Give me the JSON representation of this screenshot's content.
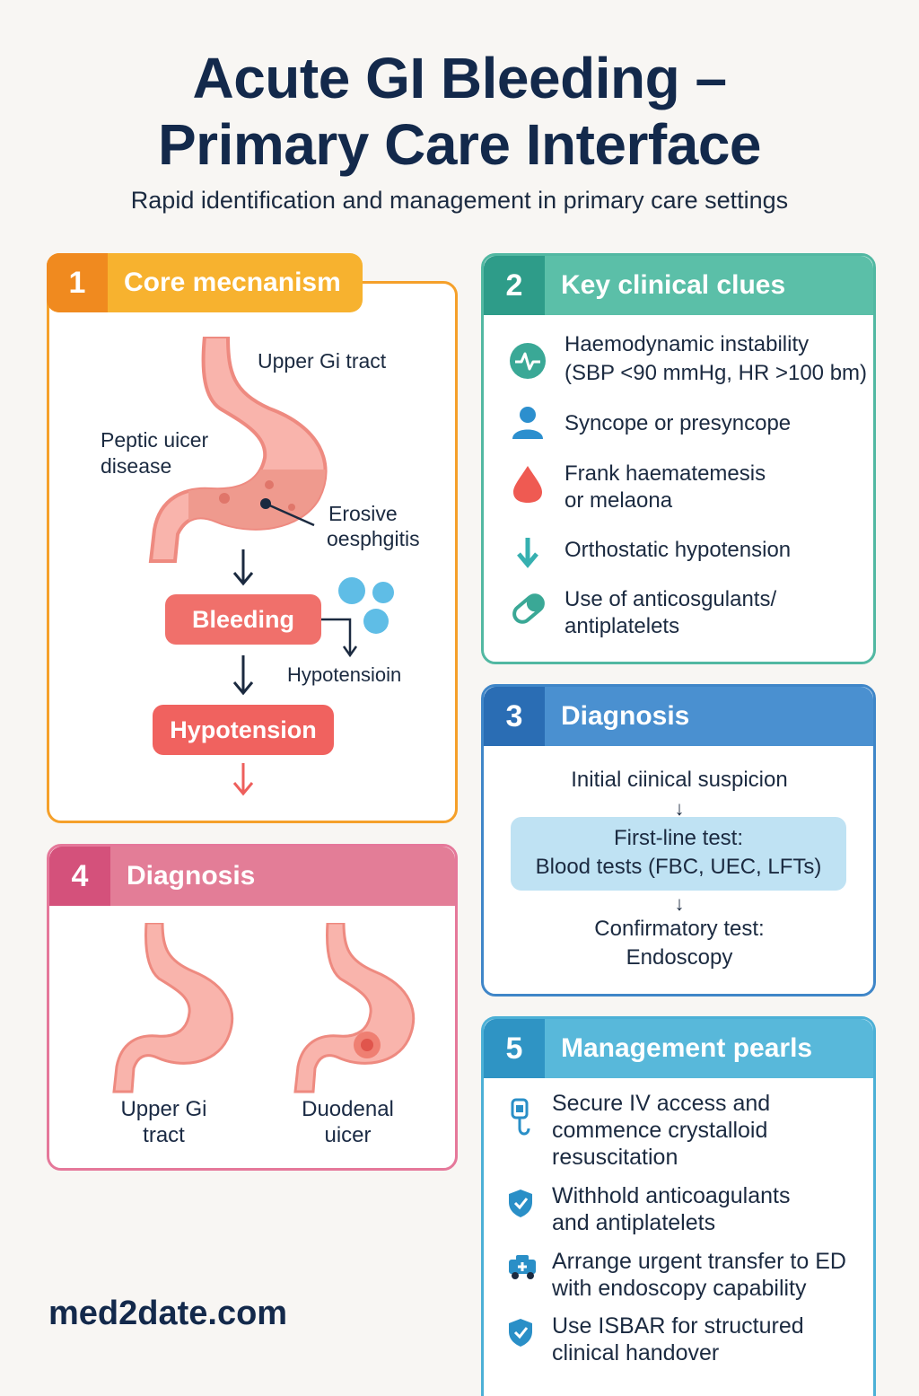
{
  "header": {
    "title_line1": "Acute GI Bleeding –",
    "title_line2": "Primary Care Interface",
    "subtitle": "Rapid identification and management in primary care settings"
  },
  "colors": {
    "orange": "#f5a02a",
    "teal": "#46b39c",
    "blue": "#3f86c8",
    "pink": "#e0708f",
    "cyan": "#4cb0d6",
    "red": "#ee5f5c",
    "navy": "#13294b"
  },
  "panel1": {
    "number": "1",
    "title": "Core mecnanism",
    "labels": {
      "upper_gi": "Upper Gi tract",
      "peptic_line1": "Peptic uicer",
      "peptic_line2": "disease",
      "erosive_line1": "Erosive",
      "erosive_line2": "oesphgitis",
      "hypotension_small": "Hypotensioin"
    },
    "flow": [
      "Bleeding",
      "Hypotension"
    ]
  },
  "panel2": {
    "number": "2",
    "title": "Key clinical clues",
    "items": [
      {
        "icon": "heart-monitor-icon",
        "line1": "Haemodynamic instability",
        "line2": "(SBP <90 mmHg, HR >100 bm)"
      },
      {
        "icon": "person-icon",
        "line1": "Syncope or presyncope",
        "line2": ""
      },
      {
        "icon": "blood-drop-icon",
        "line1": "Frank haematemesis",
        "line2": "or melaona"
      },
      {
        "icon": "down-arrow-icon",
        "line1": "Orthostatic hypotension",
        "line2": ""
      },
      {
        "icon": "pill-icon",
        "line1": "Use of anticosgulants/",
        "line2": "antiplatelets"
      }
    ]
  },
  "panel3": {
    "number": "3",
    "title": "Diagnosis",
    "step1": "Initial ciinical suspicion",
    "step2_line1": "First-line test:",
    "step2_line2": "Blood tests (FBC, UEC, LFTs)",
    "step3_line1": "Confirmatory test:",
    "step3_line2": "Endoscopy",
    "arrow": "↓"
  },
  "panel4": {
    "number": "4",
    "title": "Diagnosis",
    "left_line1": "Upper Gi",
    "left_line2": "tract",
    "right_line1": "Duodenal",
    "right_line2": "uicer"
  },
  "panel5": {
    "number": "5",
    "title": "Management pearls",
    "items": [
      {
        "icon": "iv-drip-icon",
        "line1": "Secure IV access and",
        "line2": "commence crystalloid",
        "line3": "resuscitation"
      },
      {
        "icon": "shield-check-icon",
        "line1": "Withhold anticoagulants",
        "line2": "and antiplatelets",
        "line3": ""
      },
      {
        "icon": "ambulance-icon",
        "line1": "Arrange urgent transfer to ED",
        "line2": "with endoscopy capability",
        "line3": ""
      },
      {
        "icon": "shield-check-icon",
        "line1": "Use ISBAR for structured",
        "line2": "clinical handover",
        "line3": ""
      }
    ]
  },
  "footer": {
    "site": "med2date.com"
  }
}
